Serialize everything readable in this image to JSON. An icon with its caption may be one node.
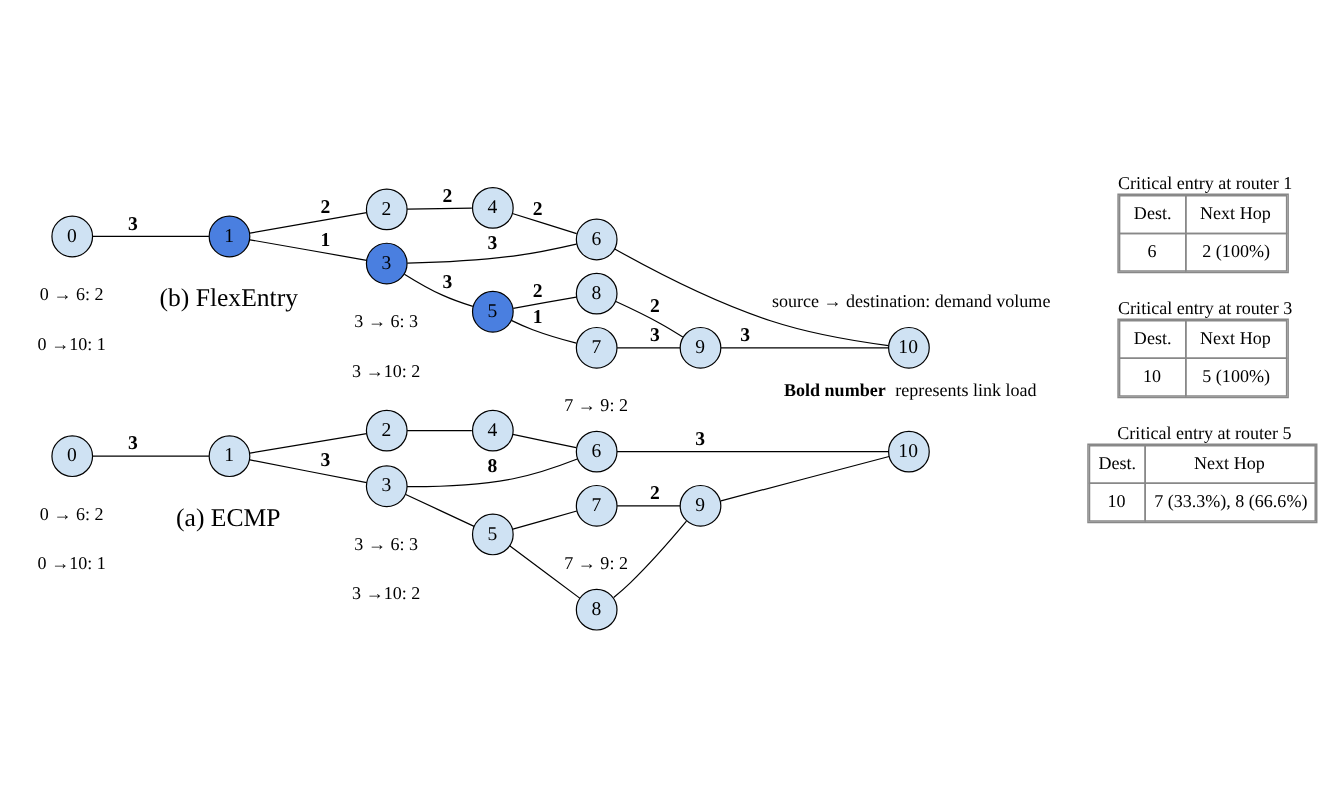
{
  "diagram": {
    "nodes": [
      {
        "text": [
          "0"
        ]
      },
      {
        "text": [
          "1"
        ]
      },
      {
        "text": [
          "2"
        ]
      },
      {
        "text": [
          "3"
        ]
      },
      {
        "text": [
          "4"
        ]
      },
      {
        "text": [
          "5"
        ]
      },
      {
        "text": [
          "6"
        ]
      },
      {
        "text": [
          "7"
        ]
      },
      {
        "text": [
          "8"
        ]
      },
      {
        "text": [
          "9"
        ]
      },
      {
        "text": [
          "10"
        ]
      },
      {
        "text": [
          "0"
        ]
      },
      {
        "text": [
          "1"
        ]
      },
      {
        "text": [
          "2"
        ]
      },
      {
        "text": [
          "3"
        ]
      },
      {
        "text": [
          "4"
        ]
      },
      {
        "text": [
          "5"
        ]
      },
      {
        "text": [
          "6"
        ]
      },
      {
        "text": [
          "7"
        ]
      },
      {
        "text": [
          "8"
        ]
      },
      {
        "text": [
          "9"
        ]
      },
      {
        "text": [
          "10"
        ]
      }
    ],
    "edges": [
      {
        "from": 0,
        "to": 1,
        "arrow": "none",
        "label": "3"
      },
      {
        "from": 1,
        "to": 2,
        "arrow": "none"
      },
      {
        "from": 2,
        "to": 4,
        "arrow": "none"
      },
      {
        "from": 1,
        "to": 3,
        "arrow": "none",
        "label": "3"
      },
      {
        "from": 4,
        "to": 6,
        "arrow": "none"
      },
      {
        "from": 3,
        "to": 6,
        "arrow": "none",
        "label": "8"
      },
      {
        "from": 6,
        "to": 10,
        "arrow": "none",
        "label": "3"
      },
      {
        "from": 3,
        "to": 5,
        "arrow": "none"
      },
      {
        "from": 5,
        "to": 7,
        "arrow": "none"
      },
      {
        "from": 7,
        "to": 9,
        "arrow": "none",
        "label": "2"
      },
      {
        "from": 5,
        "to": 8,
        "arrow": "none"
      },
      {
        "from": 8,
        "to": 9,
        "arrow": "none"
      },
      {
        "from": 9,
        "to": 10,
        "arrow": "none"
      },
      {
        "from": 11,
        "to": 12,
        "arrow": "none",
        "label": "3"
      },
      {
        "from": 12,
        "to": 13,
        "arrow": "none",
        "label": "2"
      },
      {
        "from": 13,
        "to": 15,
        "arrow": "none",
        "label": "2"
      },
      {
        "from": 12,
        "to": 14,
        "arrow": "none",
        "label": "1"
      },
      {
        "from": 15,
        "to": 17,
        "arrow": "none",
        "label": "2"
      },
      {
        "from": 14,
        "to": 17,
        "arrow": "none",
        "label": "3"
      },
      {
        "from": 17,
        "to": 21,
        "arrow": "none"
      },
      {
        "from": 14,
        "to": 16,
        "arrow": "none",
        "label": "3"
      },
      {
        "from": 16,
        "to": 18,
        "arrow": "none",
        "label": "1"
      },
      {
        "from": 18,
        "to": 20,
        "arrow": "none",
        "label": "3"
      },
      {
        "from": 16,
        "to": 19,
        "arrow": "none",
        "label": "2"
      },
      {
        "from": 19,
        "to": 20,
        "arrow": "none",
        "label": "2"
      },
      {
        "from": 20,
        "to": 21,
        "arrow": "none",
        "label": "3"
      }
    ],
    "labels": [
      "source → destination: demand volume",
      "**Bold number** represents link load",
      "0 → 6: 2",
      "0 →10: 1",
      "3 → 6: 3",
      "3 →10: 2",
      "7 → 9: 2",
      "(a) ECMP",
      "0 → 6: 2",
      "0 →10: 1",
      "3 → 6: 3",
      "3 →10: 2",
      "7 → 9: 2",
      "(b) FlexEntry",
      "Critical entry at router 1",
      "Dest.",
      "Next Hop",
      "6",
      "2 (100%)",
      "Critical entry at router 3",
      "Dest.",
      "Next Hop",
      "10",
      "5 (100%)",
      "Critical entry at router 5",
      "Dest.",
      "Next Hop",
      "10",
      "7 (33.3%), 8 (66.6%)"
    ]
  }
}
